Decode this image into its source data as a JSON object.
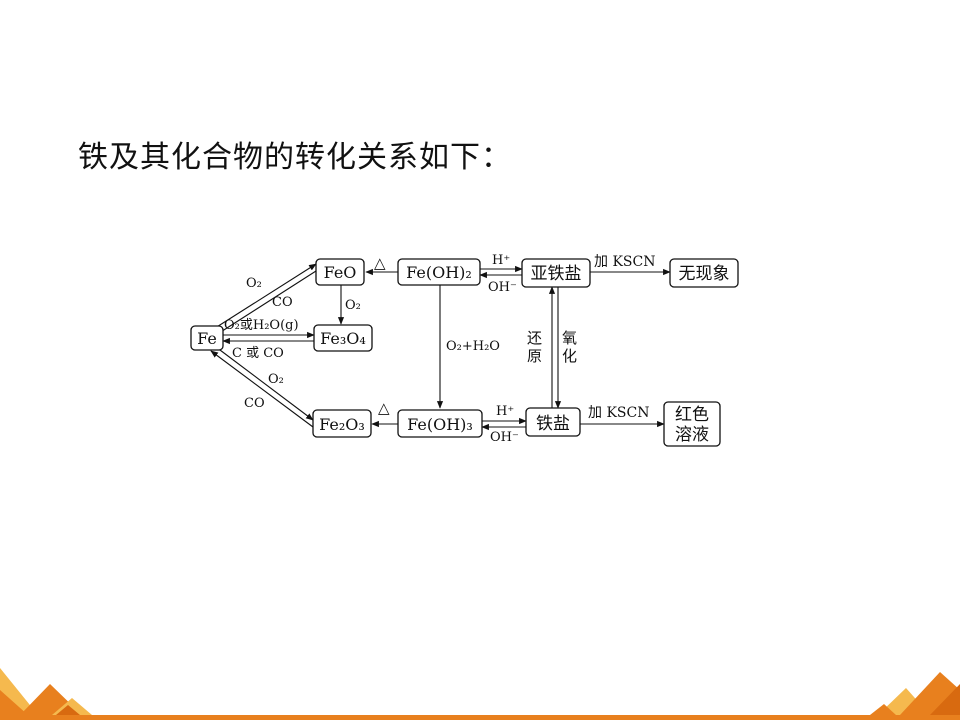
{
  "title": "铁及其化合物的转化关系如下：",
  "nodes": {
    "fe": "Fe",
    "feo": "FeO",
    "fe3o4": "Fe₃O₄",
    "fe2o3": "Fe₂O₃",
    "feoh2": "Fe(OH)₂",
    "feoh3": "Fe(OH)₃",
    "ferrous_salt": "亚铁盐",
    "ferric_salt": "铁盐",
    "no_phenomenon": "无现象",
    "red_solution_line1": "红色",
    "red_solution_line2": "溶液"
  },
  "labels": {
    "fe_to_feo": "O₂",
    "feo_to_fe": "CO",
    "fe_to_fe3o4": "O₂或H₂O(g)",
    "fe3o4_to_fe": "C 或 CO",
    "feo_to_fe3o4": "O₂",
    "fe_to_fe2o3": "O₂",
    "fe2o3_to_fe": "CO",
    "heat_top": "△",
    "heat_bottom": "△",
    "acid_top": "H⁺",
    "base_top": "OH⁻",
    "acid_bottom": "H⁺",
    "base_bottom": "OH⁻",
    "feoh2_to_feoh3": "O₂+H₂O",
    "reduce_1": "还",
    "reduce_2": "原",
    "oxidize_1": "氧",
    "oxidize_2": "化",
    "kscn_top": "加 KSCN",
    "kscn_bottom": "加 KSCN"
  },
  "colors": {
    "decor_orange": "#e8801e",
    "decor_light": "#f5b94e"
  }
}
